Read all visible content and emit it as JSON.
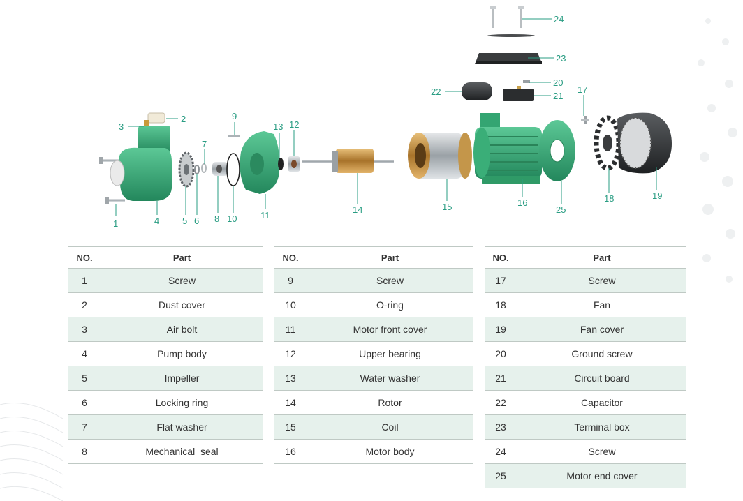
{
  "diagram": {
    "callouts": [
      "1",
      "2",
      "3",
      "4",
      "5",
      "6",
      "7",
      "8",
      "9",
      "10",
      "11",
      "12",
      "13",
      "14",
      "15",
      "16",
      "17",
      "18",
      "19",
      "20",
      "21",
      "22",
      "23",
      "24",
      "25"
    ]
  },
  "tables": [
    {
      "header": {
        "no": "NO.",
        "part": "Part"
      },
      "rows": [
        {
          "no": "1",
          "part": "Screw"
        },
        {
          "no": "2",
          "part": "Dust cover"
        },
        {
          "no": "3",
          "part": "Air bolt"
        },
        {
          "no": "4",
          "part": "Pump body"
        },
        {
          "no": "5",
          "part": "Impeller"
        },
        {
          "no": "6",
          "part": "Locking ring"
        },
        {
          "no": "7",
          "part": "Flat washer"
        },
        {
          "no": "8",
          "part": "Mechanical  seal"
        }
      ]
    },
    {
      "header": {
        "no": "NO.",
        "part": "Part"
      },
      "rows": [
        {
          "no": "9",
          "part": "Screw"
        },
        {
          "no": "10",
          "part": "O-ring"
        },
        {
          "no": "11",
          "part": "Motor front cover"
        },
        {
          "no": "12",
          "part": "Upper bearing"
        },
        {
          "no": "13",
          "part": "Water washer"
        },
        {
          "no": "14",
          "part": "Rotor"
        },
        {
          "no": "15",
          "part": "Coil"
        },
        {
          "no": "16",
          "part": "Motor body"
        }
      ]
    },
    {
      "header": {
        "no": "NO.",
        "part": "Part"
      },
      "rows": [
        {
          "no": "17",
          "part": "Screw"
        },
        {
          "no": "18",
          "part": "Fan"
        },
        {
          "no": "19",
          "part": "Fan cover"
        },
        {
          "no": "20",
          "part": "Ground screw"
        },
        {
          "no": "21",
          "part": "Circuit board"
        },
        {
          "no": "22",
          "part": "Capacitor"
        },
        {
          "no": "23",
          "part": "Terminal box"
        },
        {
          "no": "24",
          "part": "Screw"
        },
        {
          "no": "25",
          "part": "Motor end cover"
        }
      ]
    }
  ],
  "colors": {
    "accent": "#2a9d83",
    "pump_green": "#3fb37f",
    "row_tint": "#e6f1ec",
    "copper": "#b98a3e"
  }
}
